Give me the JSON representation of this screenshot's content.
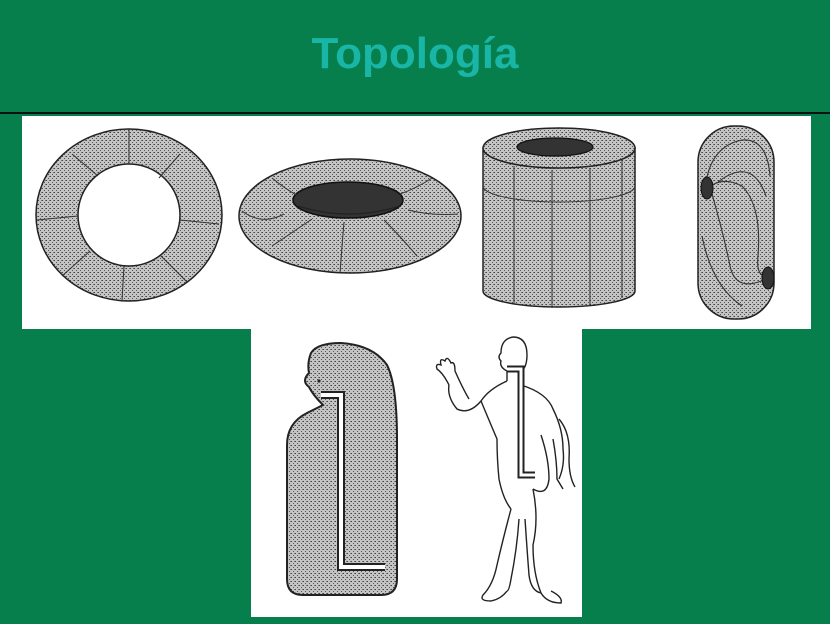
{
  "slide": {
    "title": "Topología"
  },
  "colors": {
    "background": "#067f4c",
    "title": "#19b5a6",
    "panel": "#ffffff",
    "surface_fill": "#b8b8b8",
    "outline": "#222222",
    "hole_fill": "#3a3a3a"
  },
  "figures": [
    {
      "name": "torus-ring-top-view"
    },
    {
      "name": "torus-donut-perspective"
    },
    {
      "name": "thick-cylinder-tube"
    },
    {
      "name": "capsule-with-two-openings"
    },
    {
      "name": "human-topology-blob"
    },
    {
      "name": "human-figure-outline"
    }
  ]
}
